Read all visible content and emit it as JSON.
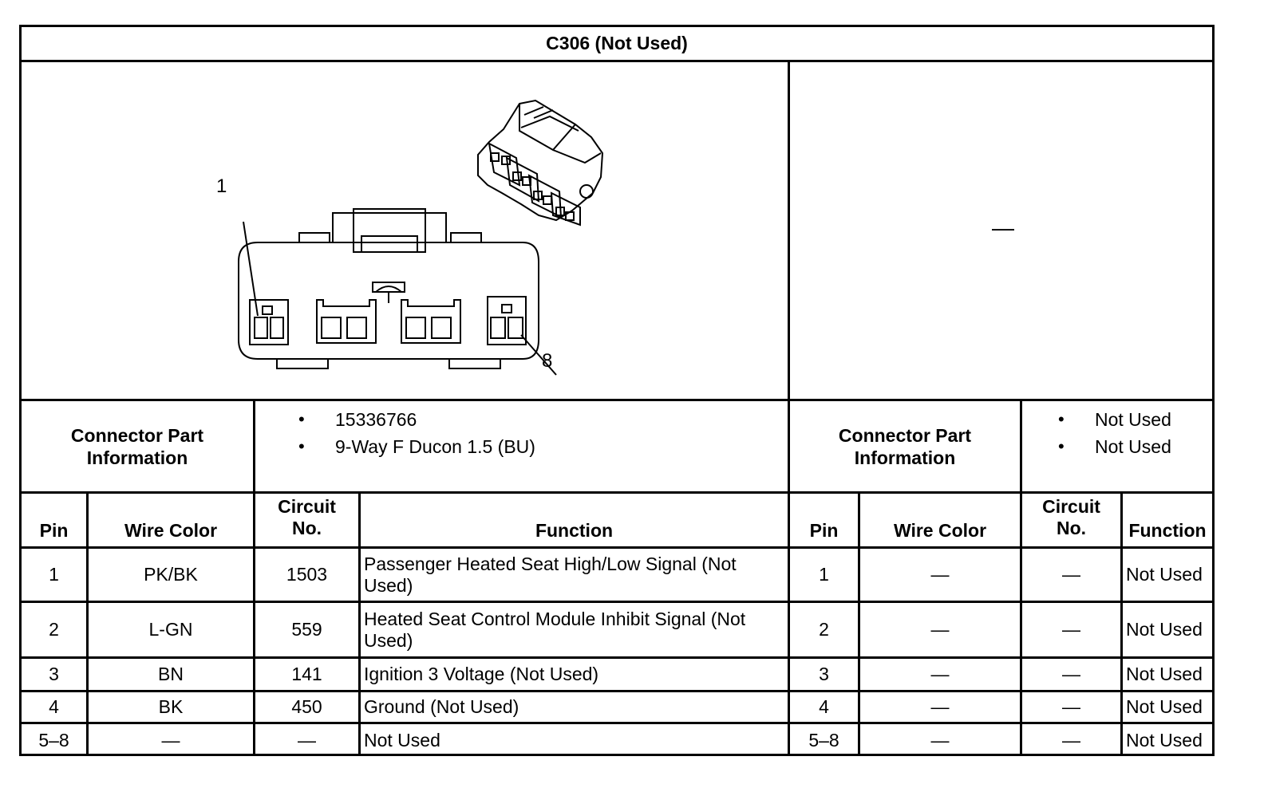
{
  "title": "C306 (Not Used)",
  "right_diagram_placeholder": "—",
  "diagram_labels": {
    "pin_first": "1",
    "pin_last": "8"
  },
  "left_info": {
    "label": "Connector Part Information",
    "items": [
      "15336766",
      "9-Way F Ducon 1.5 (BU)"
    ]
  },
  "right_info": {
    "label": "Connector Part Information",
    "items": [
      "Not Used",
      "Not Used"
    ]
  },
  "headers": {
    "pin": "Pin",
    "wire_color": "Wire Color",
    "circuit_line1": "Circuit",
    "circuit_line2": "No.",
    "function": "Function"
  },
  "left_rows": [
    {
      "pin": "1",
      "wire": "PK/BK",
      "circuit": "1503",
      "function": "Passenger Heated Seat High/Low Signal (Not Used)"
    },
    {
      "pin": "2",
      "wire": "L-GN",
      "circuit": "559",
      "function": "Heated Seat Control Module Inhibit Signal (Not Used)"
    },
    {
      "pin": "3",
      "wire": "BN",
      "circuit": "141",
      "function": "Ignition 3 Voltage (Not Used)"
    },
    {
      "pin": "4",
      "wire": "BK",
      "circuit": "450",
      "function": "Ground (Not Used)"
    },
    {
      "pin": "5–8",
      "wire": "—",
      "circuit": "—",
      "function": "Not Used"
    }
  ],
  "right_rows": [
    {
      "pin": "1",
      "wire": "—",
      "circuit": "—",
      "function": "Not Used"
    },
    {
      "pin": "2",
      "wire": "—",
      "circuit": "—",
      "function": "Not Used"
    },
    {
      "pin": "3",
      "wire": "—",
      "circuit": "—",
      "function": "Not Used"
    },
    {
      "pin": "4",
      "wire": "—",
      "circuit": "—",
      "function": "Not Used"
    },
    {
      "pin": "5–8",
      "wire": "—",
      "circuit": "—",
      "function": "Not Used"
    }
  ]
}
